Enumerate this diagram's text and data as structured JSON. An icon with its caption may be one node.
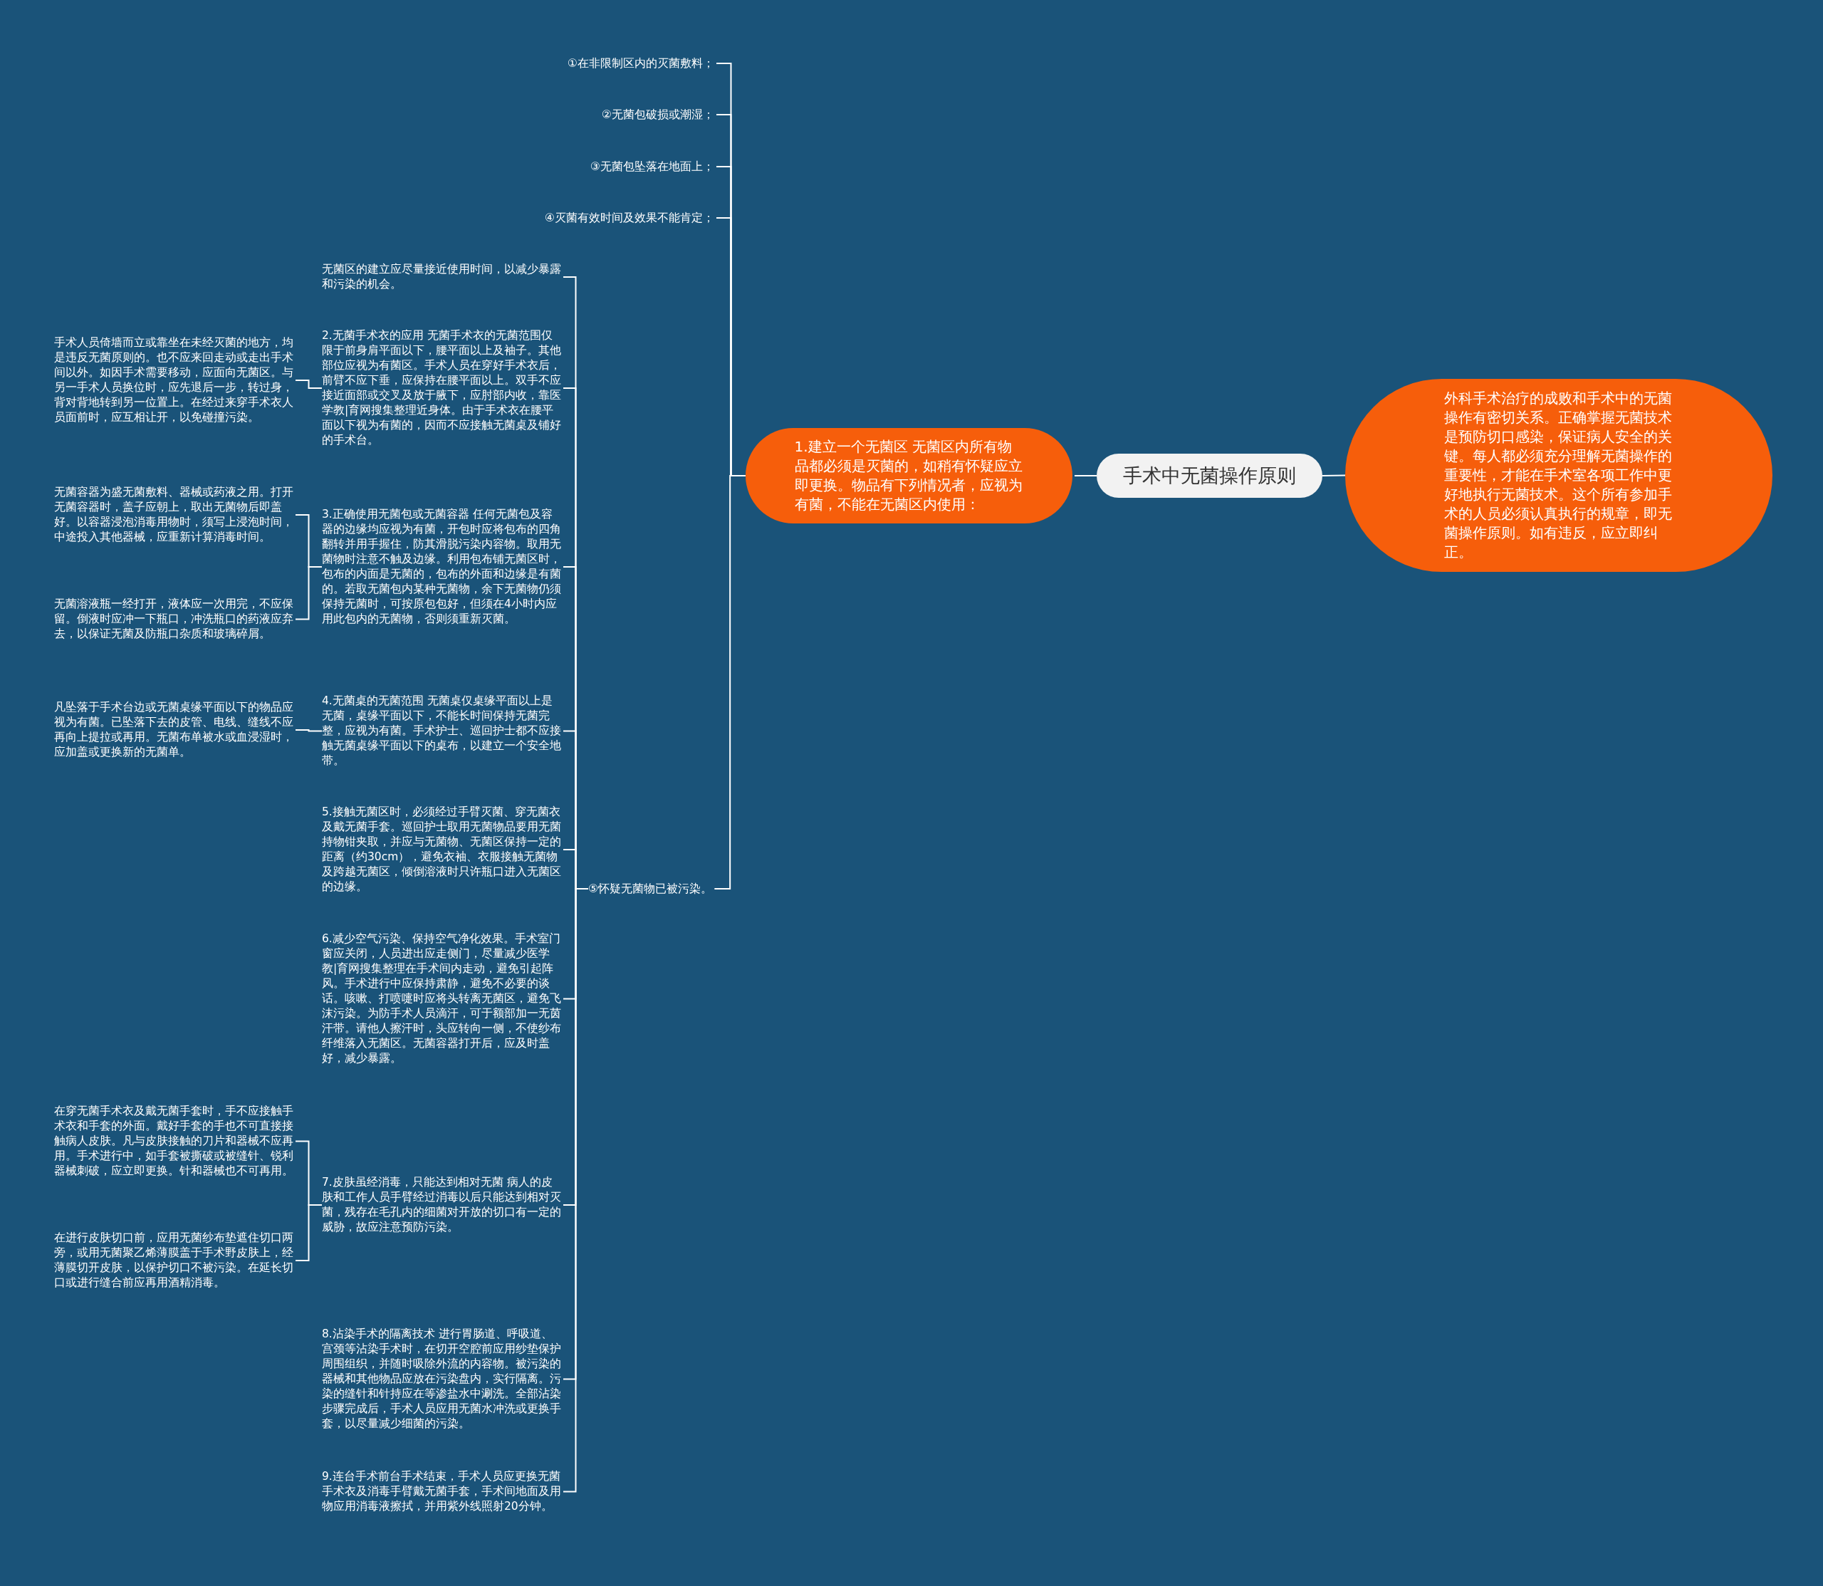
{
  "diagram": {
    "nodes": [
      {
        "text": [
          "手术中无菌操作原则"
        ]
      },
      {
        "text": [
          "外科手术治疗的成败和手术中的无菌操作有密切关系。正确掌握无菌技术是预防切口感染，保证病人安全的关键。每人都必须充分理解无菌操作的重要性，才能在手术室各项工作中更好地执行无菌技术。这个所有参加手术的人员必须认真执行的规章，即无菌操作原则。如有违反，应立即纠正。"
        ]
      },
      {
        "text": [
          "1.建立一个无菌区 无菌区内所有物品都必须是灭菌的，如稍有怀疑应立即更换。物品有下列情况者，应视为有菌，不能在无菌区内使用："
        ]
      },
      {
        "text": [
          "①在非限制区内的灭菌敷料；"
        ]
      },
      {
        "text": [
          "②无菌包破损或潮湿；"
        ]
      },
      {
        "text": [
          "③无菌包坠落在地面上；"
        ]
      },
      {
        "text": [
          "④灭菌有效时间及效果不能肯定；"
        ]
      },
      {
        "text": [
          "⑤怀疑无菌物已被污染。"
        ]
      },
      {
        "text": [
          "无菌区的建立应尽量接近使用时间，以减少暴露和污染的机会。"
        ]
      },
      {
        "text": [
          "2.无菌手术衣的应用 无菌手术衣的无菌范围仅限于前身肩平面以下，腰平面以上及袖子。其他部位应视为有菌区。手术人员在穿好手术衣后，前臂不应下垂，应保持在腰平面以上。双手不应接近面部或交叉及放于腋下，应肘部内收，靠医学教|育网搜集整理近身体。由于手术衣在腰平面以下视为有菌的，因而不应接触无菌桌及铺好的手术台。"
        ]
      },
      {
        "text": [
          "3.正确使用无菌包或无菌容器 任何无菌包及容器的边缘均应视为有菌，开包时应将包布的四角翻转并用手握住，防其滑脱污染内容物。取用无菌物时注意不触及边缘。利用包布铺无菌区时，包布的内面是无菌的，包布的外面和边缘是有菌的。若取无菌包内某种无菌物，余下无菌物仍须保持无菌时，可按原包包好，但须在4小时内应用此包内的无菌物，否则须重新灭菌。"
        ]
      },
      {
        "text": [
          "4.无菌桌的无菌范围 无菌桌仅桌缘平面以上是无菌，桌缘平面以下，不能长时间保持无菌完整，应视为有菌。手术护士、巡回护士都不应接触无菌桌缘平面以下的桌布，以建立一个安全地带。"
        ]
      },
      {
        "text": [
          "5.接触无菌区时，必须经过手臂灭菌、穿无菌衣及戴无菌手套。巡回护士取用无菌物品要用无菌持物钳夹取，并应与无菌物、无菌区保持一定的距离（约30cm），避免衣袖、衣服接触无菌物及跨越无菌区，倾倒溶液时只许瓶口进入无菌区的边缘。"
        ]
      },
      {
        "text": [
          "6.减少空气污染、保持空气净化效果。手术室门窗应关闭，人员进出应走侧门，尽量减少医学教|育网搜集整理在手术间内走动，避免引起阵风。手术进行中应保持肃静，避免不必要的谈话。咳嗽、打喷嚏时应将头转离无菌区，避免飞沫污染。为防手术人员滴汗，可于额部加一无茵汗带。请他人擦汗时，头应转向一侧，不使纱布纤维落入无菌区。无菌容器打开后，应及时盖好，减少暴露。"
        ]
      },
      {
        "text": [
          "7.皮肤虽经消毒，只能达到相对无菌 病人的皮肤和工作人员手臂经过消毒以后只能达到相对灭菌，残存在毛孔内的细菌对开放的切口有一定的威胁，故应注意预防污染。"
        ]
      },
      {
        "text": [
          "8.沾染手术的隔离技术 进行胃肠道、呼吸道、宫颈等沾染手术时，在切开空腔前应用纱垫保护周围组织，并随时吸除外流的内容物。被污染的器械和其他物品应放在污染盘内，实行隔离。污染的缝针和针持应在等渗盐水中涮洗。全部沾染步骤完成后，手术人员应用无菌水冲洗或更换手套，以尽量减少细菌的污染。"
        ]
      },
      {
        "text": [
          "9.连台手术前台手术结束，手术人员应更换无菌手术衣及消毒手臂戴无菌手套，手术间地面及用物应用消毒液擦拭，并用紫外线照射20分钟。"
        ]
      },
      {
        "text": [
          "手术人员倚墙而立或靠坐在未经灭菌的地方，均是违反无菌原则的。也不应来回走动或走出手术间以外。如因手术需要移动，应面向无菌区。与另一手术人员换位时，应先退后一步，转过身，背对背地转到另一位置上。在经过来穿手术衣人员面前时，应互相让开，以免碰撞污染。"
        ]
      },
      {
        "text": [
          "无菌容器为盛无菌敷料、器械或药液之用。打开无菌容器时，盖子应朝上，取出无菌物后即盖好。以容器浸泡消毒用物时，须写上浸泡时间，中途投入其他器械，应重新计算消毒时间。"
        ]
      },
      {
        "text": [
          "无菌溶液瓶一经打开，液体应一次用完，不应保留。倒液时应冲一下瓶口，冲洗瓶口的药液应弃去，以保证无菌及防瓶口杂质和玻璃碎屑。"
        ]
      },
      {
        "text": [
          "凡坠落于手术台边或无菌桌缘平面以下的物品应视为有菌。已坠落下去的皮管、电线、缝线不应再向上提拉或再用。无菌布单被水或血浸湿时，应加盖或更换新的无菌单。"
        ]
      },
      {
        "text": [
          "在穿无菌手术衣及戴无菌手套时，手不应接触手术衣和手套的外面。戴好手套的手也不可直接接触病人皮肤。凡与皮肤接触的刀片和器械不应再用。手术进行中，如手套被撕破或被缝针、锐利器械刺破，应立即更换。针和器械也不可再用。"
        ]
      },
      {
        "text": [
          "在进行皮肤切口前，应用无菌纱布垫遮住切口两旁，或用无菌聚乙烯薄膜盖于手术野皮肤上，经薄膜切开皮肤，以保护切口不被污染。在延长切口或进行缝合前应再用酒精消毒。"
        ]
      }
    ],
    "edges": [
      {
        "from": 0,
        "to": 1,
        "arrow": "none"
      },
      {
        "from": 0,
        "to": 2,
        "arrow": "none"
      },
      {
        "from": 2,
        "to": 3,
        "arrow": "none"
      },
      {
        "from": 2,
        "to": 4,
        "arrow": "none"
      },
      {
        "from": 2,
        "to": 5,
        "arrow": "none"
      },
      {
        "from": 2,
        "to": 6,
        "arrow": "none"
      },
      {
        "from": 2,
        "to": 7,
        "arrow": "none"
      },
      {
        "from": 7,
        "to": 8,
        "arrow": "none"
      },
      {
        "from": 7,
        "to": 9,
        "arrow": "none"
      },
      {
        "from": 7,
        "to": 10,
        "arrow": "none"
      },
      {
        "from": 7,
        "to": 11,
        "arrow": "none"
      },
      {
        "from": 7,
        "to": 12,
        "arrow": "none"
      },
      {
        "from": 7,
        "to": 13,
        "arrow": "none"
      },
      {
        "from": 7,
        "to": 14,
        "arrow": "none"
      },
      {
        "from": 7,
        "to": 15,
        "arrow": "none"
      },
      {
        "from": 7,
        "to": 16,
        "arrow": "none"
      },
      {
        "from": 9,
        "to": 17,
        "arrow": "none"
      },
      {
        "from": 10,
        "to": 18,
        "arrow": "none"
      },
      {
        "from": 10,
        "to": 19,
        "arrow": "none"
      },
      {
        "from": 11,
        "to": 20,
        "arrow": "none"
      },
      {
        "from": 14,
        "to": 21,
        "arrow": "none"
      },
      {
        "from": 14,
        "to": 22,
        "arrow": "none"
      }
    ]
  }
}
